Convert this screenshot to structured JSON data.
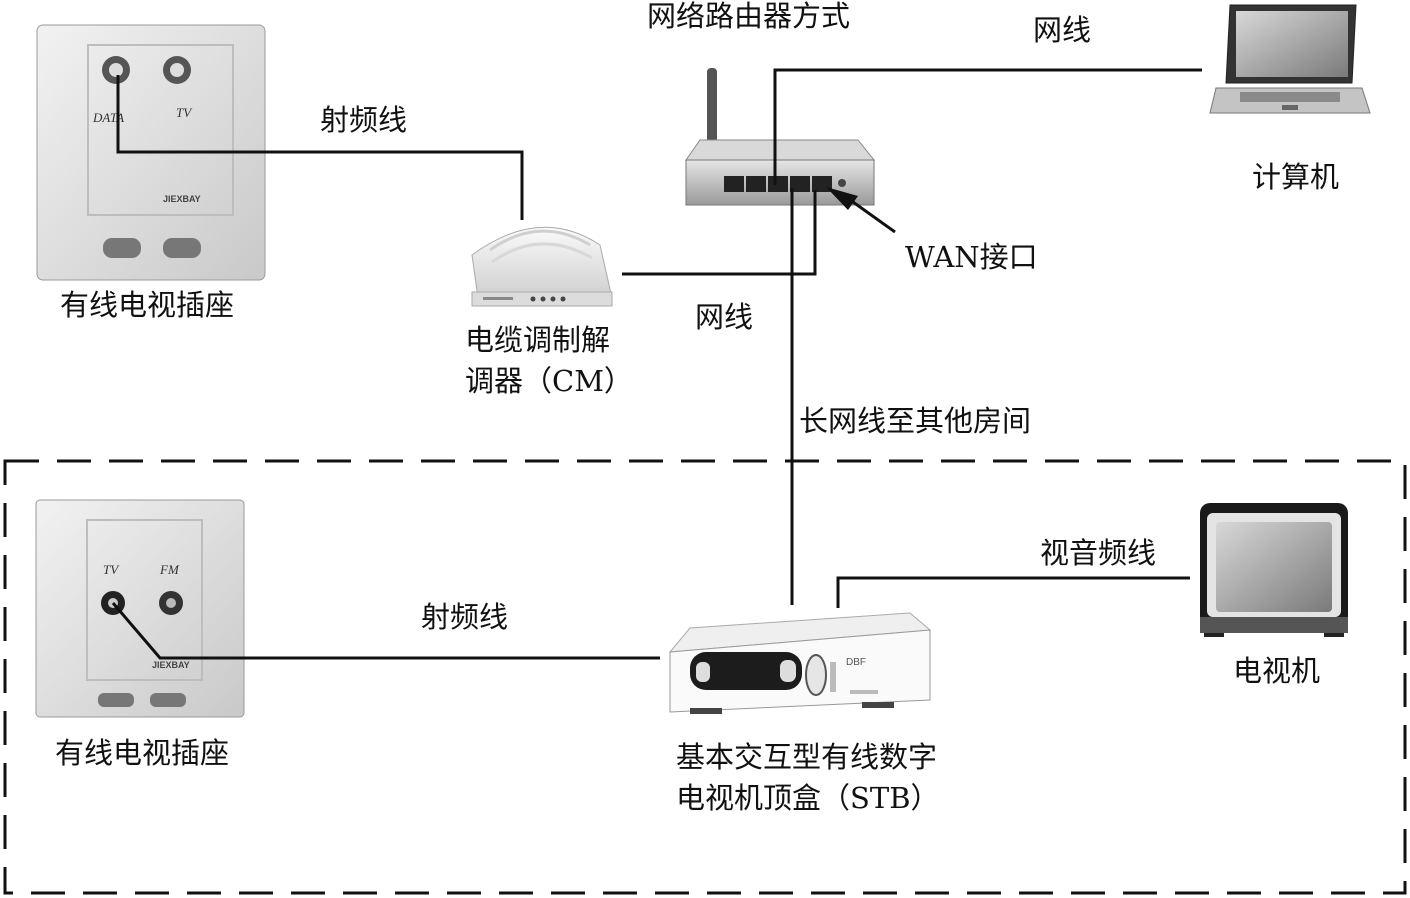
{
  "labels": {
    "router_mode": "网络路由器方式",
    "net_cable_top": "网线",
    "rf_cable_top": "射频线",
    "computer": "计算机",
    "wan_port": "WAN接口",
    "catv_outlet_top": "有线电视插座",
    "net_cable_mid": "网线",
    "cable_modem_line1": "电缆调制解",
    "cable_modem_line2": "调器（CM）",
    "long_cable": "长网线至其他房间",
    "av_cable": "视音频线",
    "rf_cable_bottom": "射频线",
    "tv": "电视机",
    "catv_outlet_bottom": "有线电视插座",
    "stb_line1": "基本交互型有线数字",
    "stb_line2": "电视机顶盒（STB）"
  },
  "outlet_top": {
    "port_left": "DATA",
    "port_right": "TV",
    "brand": "JIEXBAY"
  },
  "outlet_bottom": {
    "port_left": "TV",
    "port_right": "FM",
    "brand": "JIEXBAY"
  },
  "stb_panel": {
    "brand": "DBF"
  }
}
